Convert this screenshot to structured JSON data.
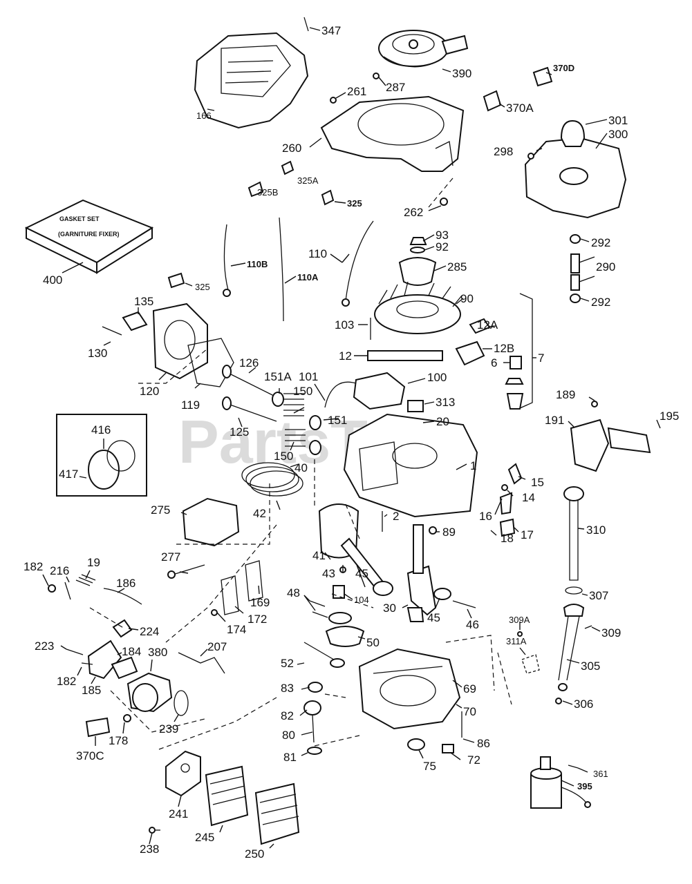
{
  "watermark": "PartsTree",
  "gasket_set": {
    "line1": "GASKET SET",
    "line2": "(GARNITURE FIXER)"
  },
  "labels": {
    "p347": "347",
    "p390": "390",
    "p287": "287",
    "p370D": "370D",
    "p370A": "370A",
    "p166": "166",
    "p261": "261",
    "p260": "260",
    "p301": "301",
    "p300": "300",
    "p298": "298",
    "p325A": "325A",
    "p325B": "325B",
    "p325_top": "325",
    "p262": "262",
    "p400": "400",
    "p93": "93",
    "p92": "92",
    "p292_top": "292",
    "p290": "290",
    "p292_bot": "292",
    "p110B": "110B",
    "p110": "110",
    "p285": "285",
    "p110A": "110A",
    "p325_mid": "325",
    "p135": "135",
    "p90": "90",
    "p103": "103",
    "p12A": "12A",
    "p130": "130",
    "p12": "12",
    "p12B": "12B",
    "p7": "7",
    "p126": "126",
    "p6": "6",
    "p120": "120",
    "p119": "119",
    "p151A": "151A",
    "p101": "101",
    "p100": "100",
    "p313": "313",
    "p189": "189",
    "p195": "195",
    "p191": "191",
    "p20": "20",
    "p150_top": "150",
    "p151": "151",
    "p125": "125",
    "p416": "416",
    "p150_bot": "150",
    "p417": "417",
    "p1": "1",
    "p40": "40",
    "p15": "15",
    "p14": "14",
    "p42": "42",
    "p16": "16",
    "p310": "310",
    "p275": "275",
    "p2": "2",
    "p89": "89",
    "p18": "18",
    "p17": "17",
    "p41": "41",
    "p277": "277",
    "p43": "43",
    "p45_a": "45",
    "p182_top": "182",
    "p216": "216",
    "p19": "19",
    "p186": "186",
    "p307": "307",
    "p48": "48",
    "p104": "104",
    "p169": "169",
    "p30": "30",
    "p45_b": "45",
    "p46": "46",
    "p172": "172",
    "p174": "174",
    "p224": "224",
    "p309A": "309A",
    "p309": "309",
    "p223": "223",
    "p184": "184",
    "p380": "380",
    "p207": "207",
    "p50": "50",
    "p311A": "311A",
    "p305": "305",
    "p182_bot": "182",
    "p185": "185",
    "p52": "52",
    "p83": "83",
    "p69": "69",
    "p306": "306",
    "p239": "239",
    "p70": "70",
    "p82": "82",
    "p178": "178",
    "p370C": "370C",
    "p80": "80",
    "p86": "86",
    "p81": "81",
    "p75": "75",
    "p72": "72",
    "p361": "361",
    "p395": "395",
    "p241": "241",
    "p238": "238",
    "p245": "245",
    "p250": "250"
  }
}
